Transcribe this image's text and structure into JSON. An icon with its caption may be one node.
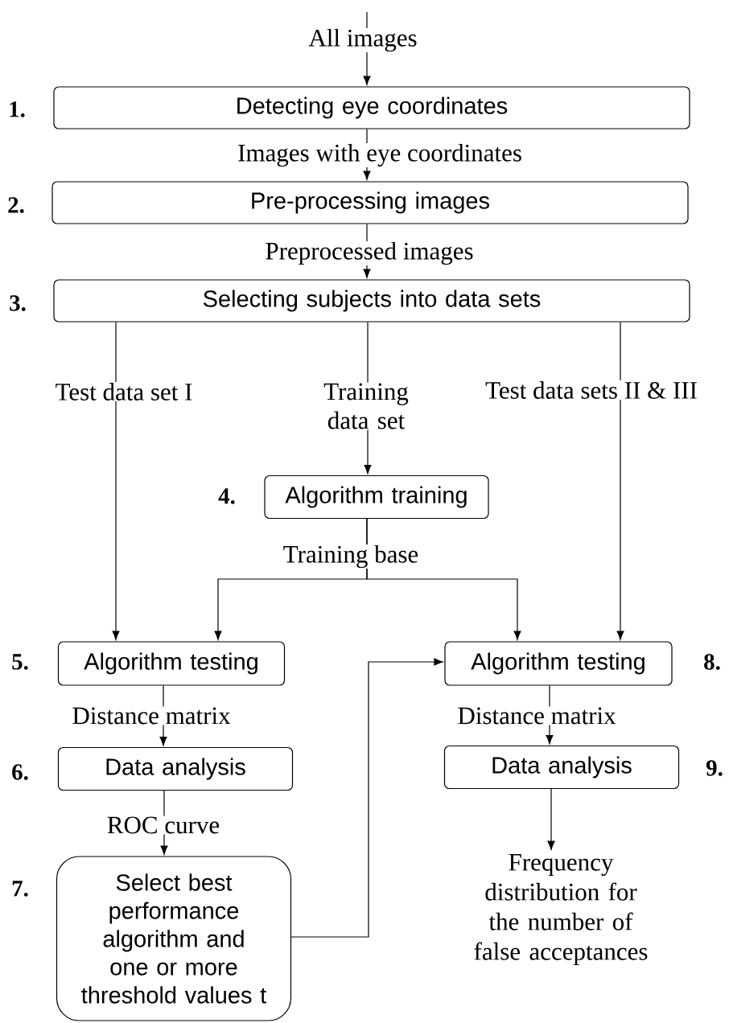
{
  "diagram": {
    "nodes": [
      {
        "text": [
          "Detecting eye coordinates"
        ],
        "beside": [
          "1."
        ]
      },
      {
        "text": [
          "Pre-processing images"
        ],
        "beside": [
          "2."
        ]
      },
      {
        "text": [
          "Selecting subjects into data sets"
        ],
        "beside": [
          "3."
        ]
      },
      {
        "text": [
          "Algorithm training"
        ],
        "beside": [
          "4."
        ]
      },
      {
        "text": [
          "Algorithm testing"
        ],
        "beside": [
          "5."
        ]
      },
      {
        "text": [
          "Algorithm testing"
        ],
        "beside": [
          "8."
        ]
      },
      {
        "text": [
          "Data analysis"
        ],
        "beside": [
          "6."
        ]
      },
      {
        "text": [
          "Data analysis"
        ],
        "beside": [
          "9."
        ]
      },
      {
        "text": [
          "Select best performance algorithm and one or more threshold values t"
        ],
        "beside": [
          "7."
        ]
      },
      {
        "text": [
          "Frequency distribution for the number of false acceptances"
        ]
      }
    ],
    "edges": [
      {
        "from": null,
        "to": 0,
        "arrow": "to",
        "label": "All images"
      },
      {
        "from": 0,
        "to": 1,
        "arrow": "to",
        "label": "Images with eye coordinates"
      },
      {
        "from": 1,
        "to": 2,
        "arrow": "to",
        "label": "Preprocessed images"
      },
      {
        "from": 2,
        "to": 4,
        "arrow": "to",
        "label": "Test data set I"
      },
      {
        "from": 2,
        "to": 3,
        "arrow": "to",
        "label": "Training data set"
      },
      {
        "from": 2,
        "to": 5,
        "arrow": "to",
        "label": "Test data sets II & III"
      },
      {
        "from": 3,
        "to": 4,
        "arrow": "to",
        "label": "Training base"
      },
      {
        "from": 3,
        "to": 5,
        "arrow": "to"
      },
      {
        "from": 4,
        "to": 6,
        "arrow": "to",
        "label": "Distance matrix"
      },
      {
        "from": 5,
        "to": 7,
        "arrow": "to",
        "label": "Distance matrix"
      },
      {
        "from": 6,
        "to": 8,
        "arrow": "to",
        "label": "ROC curve"
      },
      {
        "from": 8,
        "to": 5,
        "arrow": "to"
      },
      {
        "from": 7,
        "to": 9,
        "arrow": "to"
      }
    ]
  }
}
